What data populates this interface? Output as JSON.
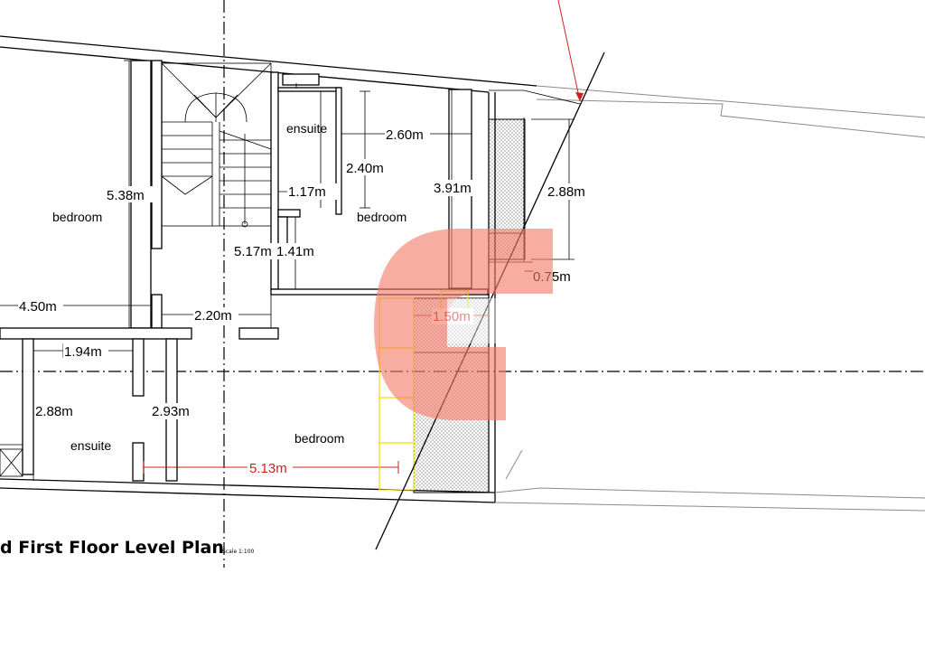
{
  "title": "d First Floor Level Plan",
  "scale": "Scale 1:100",
  "rooms": {
    "bedroom_left": "bedroom",
    "ensuite_top": "ensuite",
    "bedroom_top_mid": "bedroom",
    "ensuite_bottom": "ensuite",
    "bedroom_bottom": "bedroom"
  },
  "dimensions": {
    "d_538": "5.38m",
    "d_260": "2.60m",
    "d_240": "2.40m",
    "d_391": "3.91m",
    "d_288_right": "2.88m",
    "d_117": "1.17m",
    "d_517": "5.17m",
    "d_141": "1.41m",
    "d_075": "0.75m",
    "d_450": "4.50m",
    "d_220": "2.20m",
    "d_150": "1.50m",
    "d_194": "1.94m",
    "d_288_left": "2.88m",
    "d_293": "2.93m",
    "d_513": "5.13m"
  },
  "colors": {
    "watermark": "#f47a68",
    "highlight": "#d02020",
    "outline": "#f0e000"
  }
}
